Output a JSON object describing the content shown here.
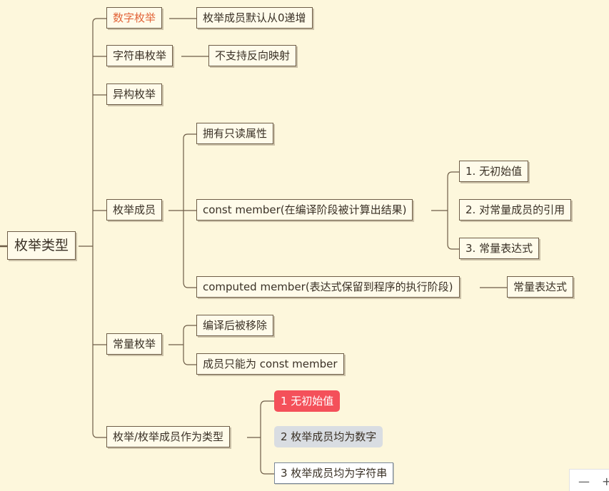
{
  "mindmap": {
    "root": "枚举类型",
    "nodes": {
      "numeric_enum": "数字枚举",
      "numeric_enum_note": "枚举成员默认从0递增",
      "string_enum": "字符串枚举",
      "string_enum_note": "不支持反向映射",
      "heterogeneous_enum": "异构枚举",
      "enum_member": "枚举成员",
      "readonly": "拥有只读属性",
      "const_member": "const member(在编译阶段被计算出结果)",
      "const_1": "1. 无初始值",
      "const_2": "2. 对常量成员的引用",
      "const_3": "3. 常量表达式",
      "computed_member": "computed member(表达式保留到程序的执行阶段)",
      "computed_note": "常量表达式",
      "const_enum": "常量枚举",
      "removed": "编译后被移除",
      "only_const": "成员只能为 const member",
      "as_type": "枚举/枚举成员作为类型",
      "type_1": "1 无初始值",
      "type_2": "2 枚举成员均为数字",
      "type_3": "3 枚举成员均为字符串"
    }
  },
  "zoom_controls": {
    "zoom_out": "—",
    "zoom_in": "+"
  },
  "colors": {
    "background": "#fdf7dc",
    "line": "#6e5d47",
    "accent_text": "#e2653a",
    "red_marker": "#f4505a",
    "gray_marker": "#d9dde2"
  }
}
